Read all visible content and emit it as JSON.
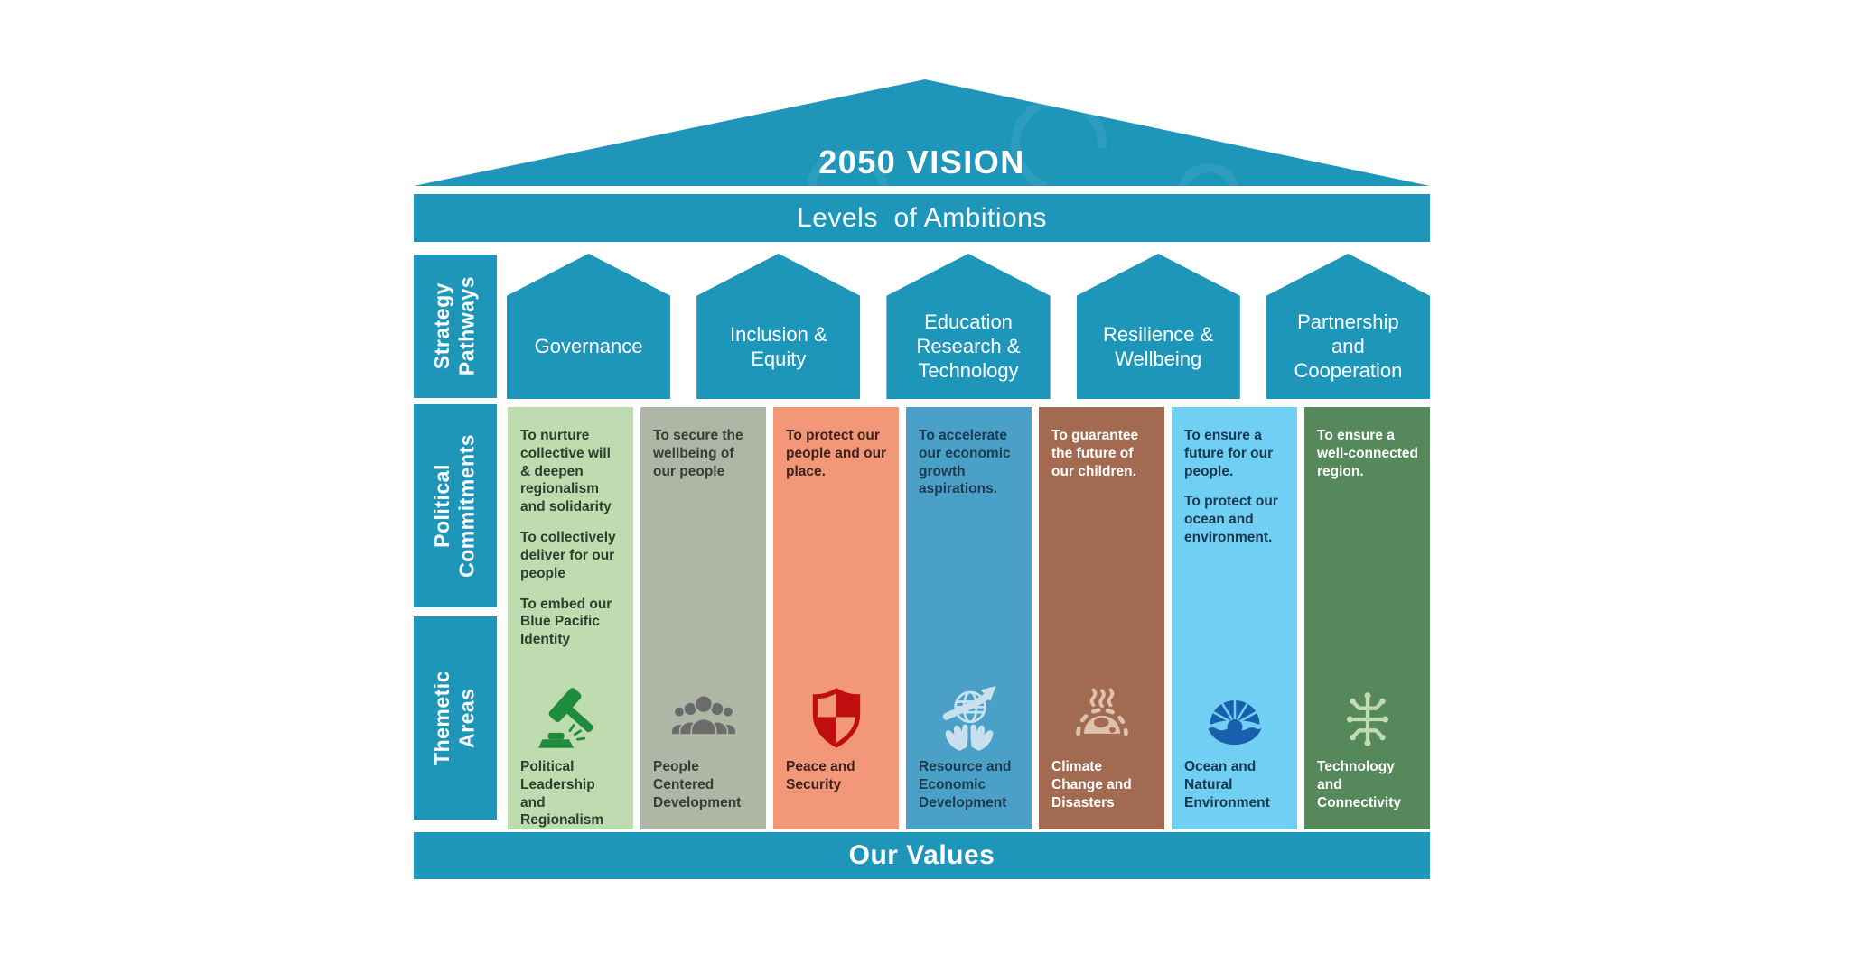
{
  "theme": {
    "teal_color": "#1E96BA",
    "background_color": "#FFFFFF"
  },
  "roof": {
    "title": "2050 VISION"
  },
  "banners": {
    "levels_of_ambitions": "Levels  of Ambitions",
    "our_values": "Our Values"
  },
  "sidebar": {
    "strategy_pathways": "Strategy\nPathways",
    "political_commitments": "Political\nCommitments",
    "thematic_areas": "Themetic\nAreas"
  },
  "pathways": [
    {
      "label": "Governance"
    },
    {
      "label": "Inclusion &\nEquity"
    },
    {
      "label": "Education\nResearch &\nTechnology"
    },
    {
      "label": "Resilience &\nWellbeing"
    },
    {
      "label": "Partnership\nand\nCooperation"
    }
  ],
  "columns": [
    {
      "name": "political-leadership-and-regionalism",
      "color": "#BFDCB0",
      "text_color": "#2C3E2C",
      "icon": "gavel-icon",
      "icon_color": "#1E8C3B",
      "commitments": [
        "To nurture collective will & deepen regionalism and solidarity",
        "To collectively deliver for our people",
        "To embed our Blue Pacific Identity"
      ],
      "thematic_label": "Political Leadership and Regionalism"
    },
    {
      "name": "people-centered-development",
      "color": "#AEB6A6",
      "text_color": "#383D33",
      "icon": "people-group-icon",
      "icon_color": "#6B6B6B",
      "commitments": [
        "To secure the wellbeing of our people"
      ],
      "thematic_label": "People Centered Development"
    },
    {
      "name": "peace-and-security",
      "color": "#F29879",
      "text_color": "#3F221B",
      "icon": "shield-icon",
      "icon_color": "#C00D0D",
      "commitments": [
        "To protect our people and our place."
      ],
      "thematic_label": "Peace and Security"
    },
    {
      "name": "resource-and-economic-development",
      "color": "#4AA0C6",
      "text_color": "#1C3A50",
      "icon": "hands-globe-icon",
      "icon_color": "#C9E0EE",
      "commitments": [
        "To accelerate our economic growth aspirations."
      ],
      "thematic_label": "Resource and Economic Development"
    },
    {
      "name": "climate-change-and-disasters",
      "color": "#A26A50",
      "text_color": "#FFFFFF",
      "icon": "earth-oven-icon",
      "icon_color": "#DCC3AE",
      "commitments": [
        "To guarantee the future of our children."
      ],
      "thematic_label": "Climate Change and Disasters"
    },
    {
      "name": "ocean-and-natural-environment",
      "color": "#72CFF4",
      "text_color": "#16394F",
      "icon": "oyster-pearl-icon",
      "icon_color": "#1A5FAE",
      "commitments": [
        "To ensure a future for our people.",
        "To protect our ocean and environment."
      ],
      "thematic_label": "Ocean and Natural Environment"
    },
    {
      "name": "technology-and-connectivity",
      "color": "#55885A",
      "text_color": "#FFFFFF",
      "icon": "circuit-icon",
      "icon_color": "#C2DCB2",
      "commitments": [
        "To ensure a well-connected region."
      ],
      "thematic_label": "Technology and Connectivity"
    }
  ]
}
